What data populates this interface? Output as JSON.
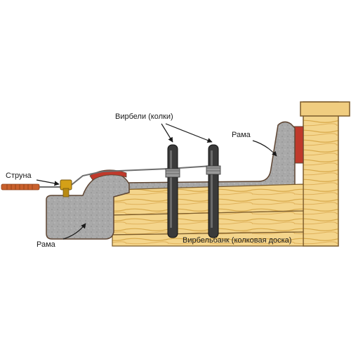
{
  "labels": {
    "pins": "Вирбели (колки)",
    "frame_top": "Рама",
    "string": "Струна",
    "frame_bottom": "Рама",
    "pinblock": "Вирбельбанк (колковая доска)"
  },
  "colors": {
    "wood_light": "#f4d58c",
    "wood_grain": "#d8a94a",
    "wood_dark": "#c98f2e",
    "frame_gray": "#a9a9a9",
    "frame_outline": "#5e4532",
    "felt_red": "#c0392b",
    "pin_dark": "#3a3a3a",
    "string_copper": "#c9602c",
    "brass": "#d4a017"
  }
}
